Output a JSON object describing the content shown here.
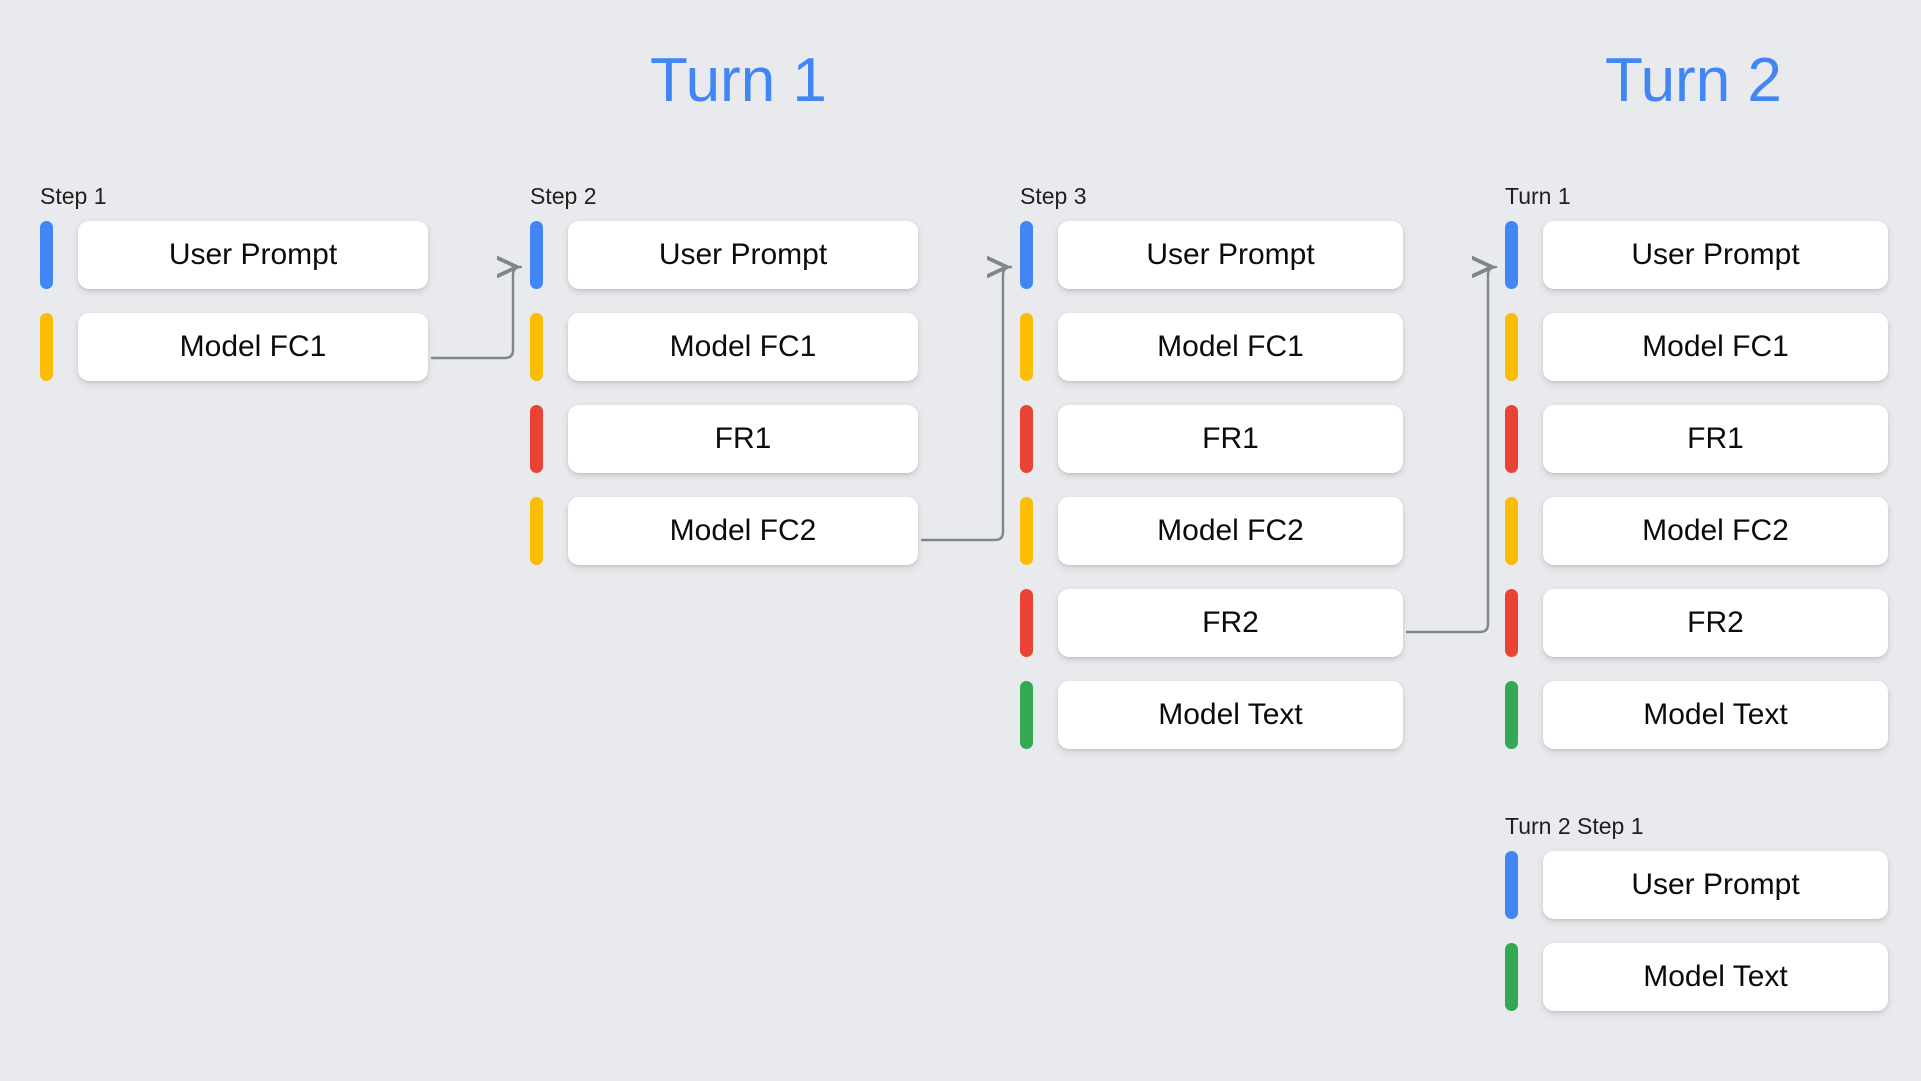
{
  "background_color": "#e8eaed",
  "palette": {
    "blue": "#4285f4",
    "yellow": "#fbbc04",
    "red": "#ea4335",
    "green": "#34a853",
    "card": "#ffffff",
    "text": "#0b0b0b",
    "heading": "#4285f4",
    "connector": "#80868b"
  },
  "headings": [
    {
      "label": "Turn 1"
    },
    {
      "label": "Turn 2"
    }
  ],
  "columns": [
    {
      "label": "Step 1",
      "rows": [
        {
          "color": "blue",
          "label": "User Prompt"
        },
        {
          "color": "yellow",
          "label": "Model FC1"
        }
      ]
    },
    {
      "label": "Step 2",
      "rows": [
        {
          "color": "blue",
          "label": "User Prompt"
        },
        {
          "color": "yellow",
          "label": "Model FC1"
        },
        {
          "color": "red",
          "label": "FR1"
        },
        {
          "color": "yellow",
          "label": "Model FC2"
        }
      ]
    },
    {
      "label": "Step 3",
      "rows": [
        {
          "color": "blue",
          "label": "User Prompt"
        },
        {
          "color": "yellow",
          "label": "Model FC1"
        },
        {
          "color": "red",
          "label": "FR1"
        },
        {
          "color": "yellow",
          "label": "Model FC2"
        },
        {
          "color": "red",
          "label": "FR2"
        },
        {
          "color": "green",
          "label": "Model Text"
        }
      ]
    },
    {
      "label": "Turn 1",
      "rows": [
        {
          "color": "blue",
          "label": "User Prompt"
        },
        {
          "color": "yellow",
          "label": "Model FC1"
        },
        {
          "color": "red",
          "label": "FR1"
        },
        {
          "color": "yellow",
          "label": "Model FC2"
        },
        {
          "color": "red",
          "label": "FR2"
        },
        {
          "color": "green",
          "label": "Model Text"
        }
      ]
    },
    {
      "label": "Turn 2 Step 1",
      "rows": [
        {
          "color": "blue",
          "label": "User Prompt"
        },
        {
          "color": "green",
          "label": "Model Text"
        }
      ]
    }
  ],
  "connectors": [
    {
      "from": "step1-model-fc1",
      "to": "step2-user-prompt"
    },
    {
      "from": "step2-model-fc2",
      "to": "step3-user-prompt"
    },
    {
      "from": "step3-fr2",
      "to": "turn1-user-prompt"
    }
  ]
}
